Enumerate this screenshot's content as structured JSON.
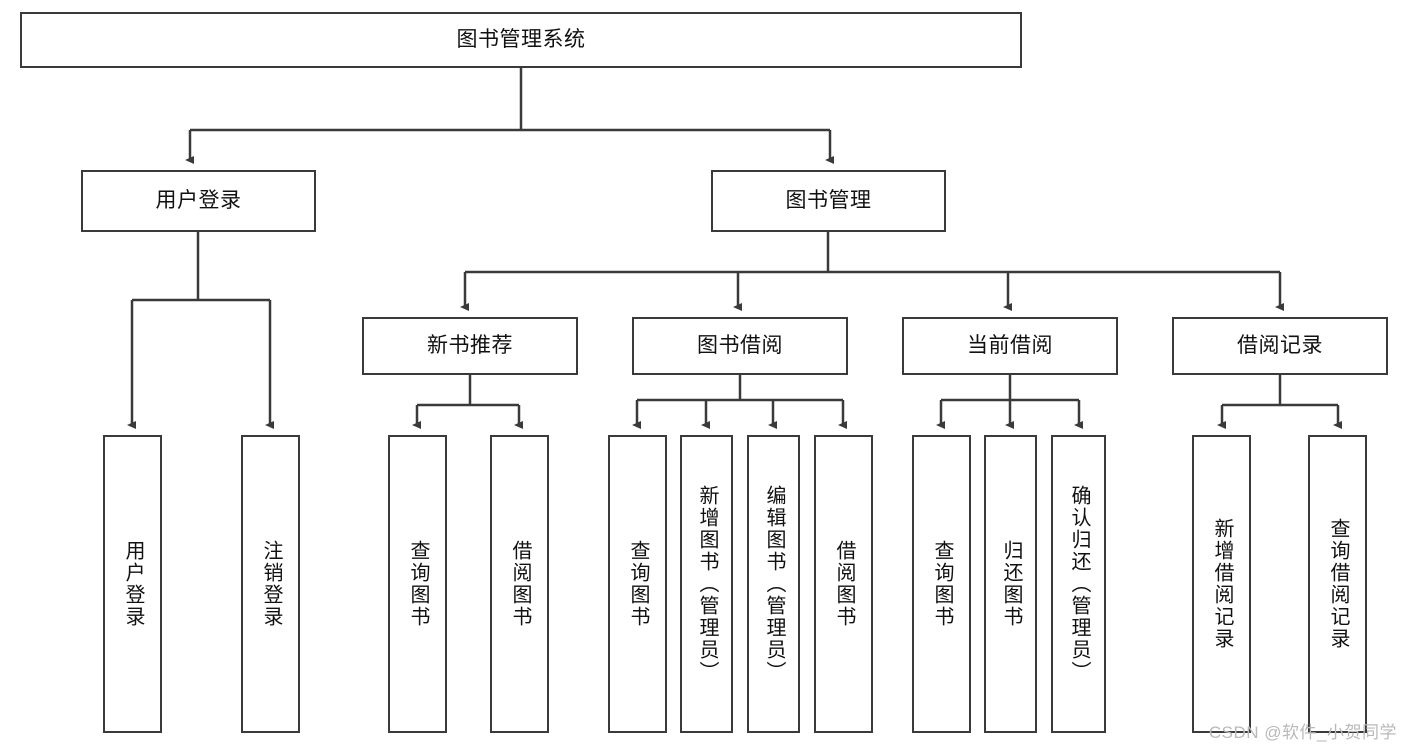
{
  "diagram": {
    "type": "hierarchy-tree",
    "title": "图书管理系统",
    "watermark": "CSDN @软件_小贺同学",
    "colors": {
      "box_border": "#3a3a3a",
      "box_fill": "#ffffff",
      "connector": "#3a3a3a",
      "text": "#111111",
      "watermark": "#b9b9b9",
      "background": "#ffffff"
    },
    "levels": {
      "root": {
        "id": "root",
        "label": "图书管理系统",
        "orientation": "horizontal"
      },
      "level2": [
        {
          "id": "user-login",
          "label": "用户登录",
          "orientation": "horizontal"
        },
        {
          "id": "book-management",
          "label": "图书管理",
          "orientation": "horizontal"
        }
      ],
      "level3": [
        {
          "id": "new-book-recommend",
          "label": "新书推荐",
          "orientation": "horizontal",
          "parent": "book-management"
        },
        {
          "id": "book-borrow",
          "label": "图书借阅",
          "orientation": "horizontal",
          "parent": "book-management"
        },
        {
          "id": "current-borrow",
          "label": "当前借阅",
          "orientation": "horizontal",
          "parent": "book-management"
        },
        {
          "id": "borrow-record",
          "label": "借阅记录",
          "orientation": "horizontal",
          "parent": "book-management"
        }
      ],
      "leaves": [
        {
          "id": "leaf-user-login",
          "label": "用户登录",
          "orientation": "vertical",
          "parent": "user-login"
        },
        {
          "id": "leaf-logout",
          "label": "注销登录",
          "orientation": "vertical",
          "parent": "user-login"
        },
        {
          "id": "leaf-query-book-1",
          "label": "查询图书",
          "orientation": "vertical",
          "parent": "new-book-recommend"
        },
        {
          "id": "leaf-borrow-book-1",
          "label": "借阅图书",
          "orientation": "vertical",
          "parent": "new-book-recommend"
        },
        {
          "id": "leaf-query-book-2",
          "label": "查询图书",
          "orientation": "vertical",
          "parent": "book-borrow"
        },
        {
          "id": "leaf-add-book",
          "label": "新增图书（管理员）",
          "orientation": "vertical",
          "parent": "book-borrow"
        },
        {
          "id": "leaf-edit-book",
          "label": "编辑图书（管理员）",
          "orientation": "vertical",
          "parent": "book-borrow"
        },
        {
          "id": "leaf-borrow-book-2",
          "label": "借阅图书",
          "orientation": "vertical",
          "parent": "book-borrow"
        },
        {
          "id": "leaf-query-book-3",
          "label": "查询图书",
          "orientation": "vertical",
          "parent": "current-borrow"
        },
        {
          "id": "leaf-return-book",
          "label": "归还图书",
          "orientation": "vertical",
          "parent": "current-borrow"
        },
        {
          "id": "leaf-confirm-return",
          "label": "确认归还（管理员）",
          "orientation": "vertical",
          "parent": "current-borrow"
        },
        {
          "id": "leaf-add-record",
          "label": "新增借阅记录",
          "orientation": "vertical",
          "parent": "borrow-record"
        },
        {
          "id": "leaf-query-record",
          "label": "查询借阅记录",
          "orientation": "vertical",
          "parent": "borrow-record"
        }
      ]
    }
  }
}
